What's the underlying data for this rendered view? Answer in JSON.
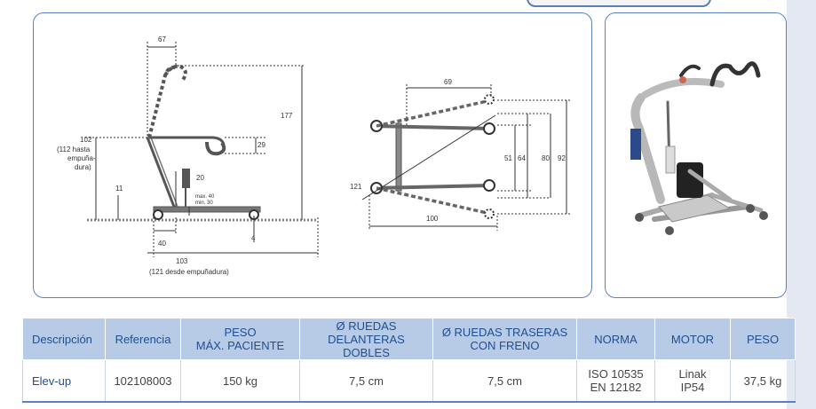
{
  "diagram": {
    "side_view": {
      "dims": {
        "top_width": "67",
        "total_height": "177",
        "hook_drop": "29",
        "boom_height": "102",
        "boom_height_note": [
          "(112 hasta",
          "empuña-",
          "dura)"
        ],
        "low_pad": "11",
        "pad_height": "20",
        "leg_clearance": [
          "max. 40",
          "min. 30"
        ],
        "front_depth": "40",
        "ground_clearance": "4",
        "total_length": "103",
        "total_length_note": "(121 desde empuñadura)"
      }
    },
    "top_view": {
      "dims": {
        "open_span": "69",
        "inner_a": "51",
        "inner_b": "64",
        "outer_a": "80",
        "outer_b": "92",
        "angle": "121",
        "total_length": "100"
      }
    }
  },
  "photo": {
    "subject": "patient-lift-photo"
  },
  "table": {
    "headers": [
      [
        "Descripción"
      ],
      [
        "Referencia"
      ],
      [
        "PESO",
        "MÁX. PACIENTE"
      ],
      [
        "Ø RUEDAS",
        "DELANTERAS DOBLES"
      ],
      [
        "Ø RUEDAS TRASERAS",
        "CON FRENO"
      ],
      [
        "NORMA"
      ],
      [
        "MOTOR"
      ],
      [
        "PESO"
      ]
    ],
    "row": [
      [
        "Elev-up"
      ],
      [
        "102108003"
      ],
      [
        "150 kg"
      ],
      [
        "7,5 cm"
      ],
      [
        "7,5 cm"
      ],
      [
        "ISO 10535",
        "EN 12182"
      ],
      [
        "Linak",
        "IP54"
      ],
      [
        "37,5 kg"
      ]
    ]
  },
  "colors": {
    "accent": "#5c82bd",
    "header_bg": "#b8cbe6",
    "header_text": "#1f4e91"
  }
}
